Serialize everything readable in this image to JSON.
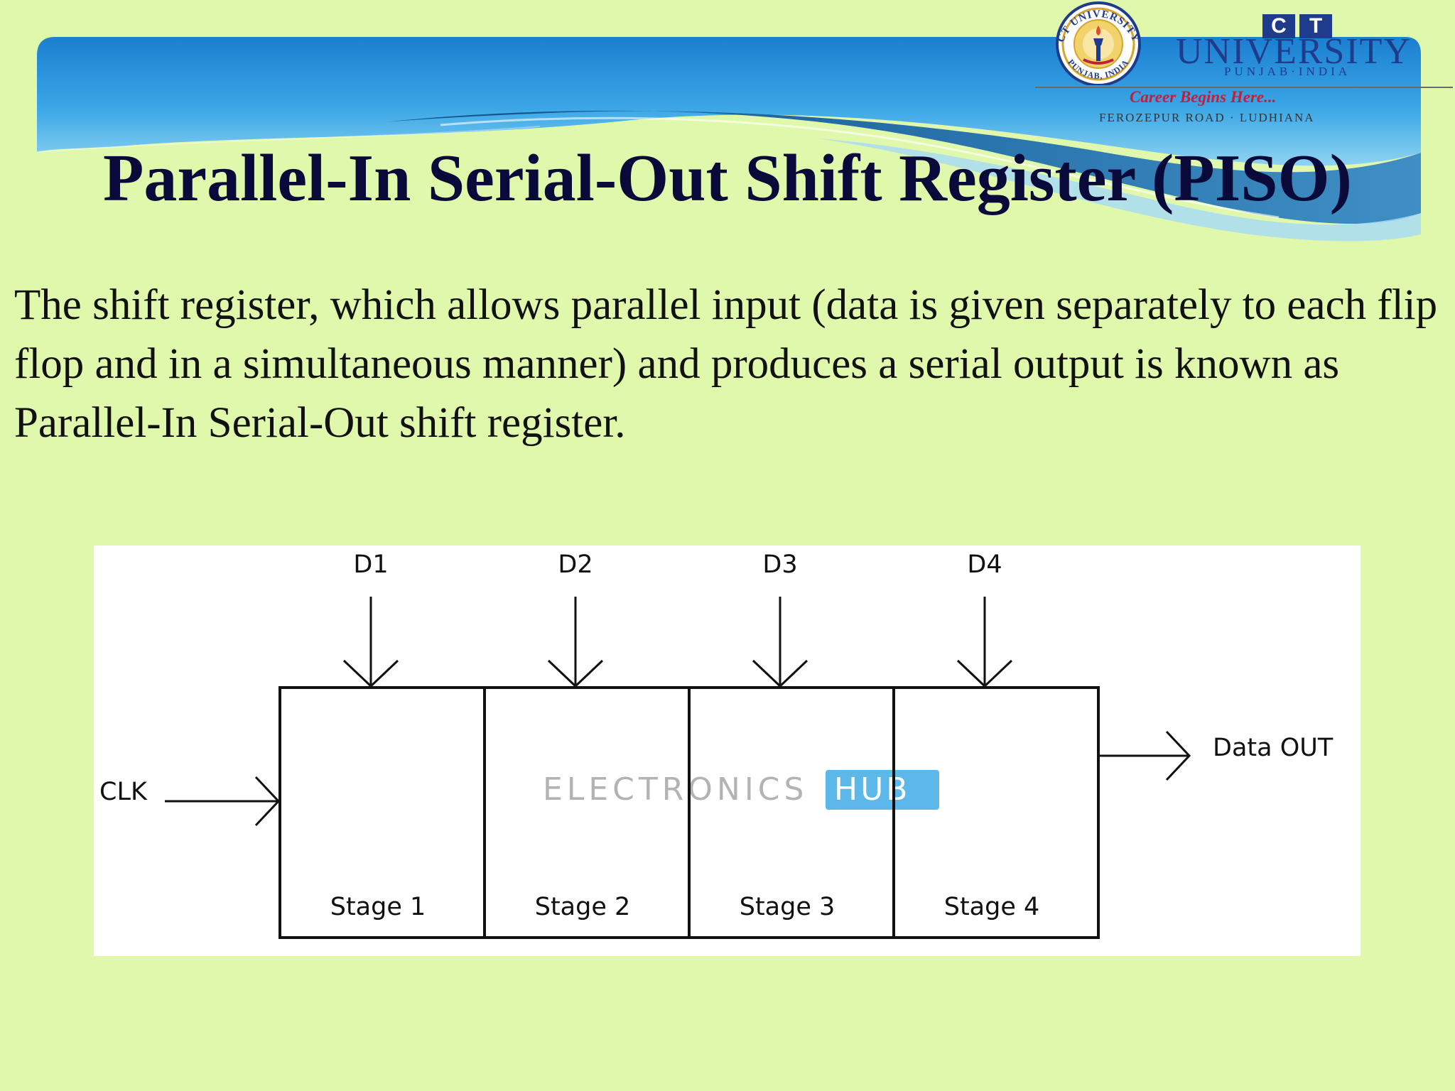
{
  "logo": {
    "seal_top_text": "CT UNIVERSITY",
    "seal_bottom_text": "PUNJAB, INDIA",
    "ct_letters": [
      "C",
      "T"
    ],
    "university": "UNIVERSITY",
    "location": "PUNJAB·INDIA",
    "tagline": "Career Begins Here...",
    "address": "FEROZEPUR ROAD · LUDHIANA"
  },
  "slide": {
    "title": "Parallel-In Serial-Out Shift Register (PISO)",
    "body": "The shift register, which allows parallel input (data is given separately to each flip flop and in a simultaneous manner) and produces a serial output is known as Parallel-In Serial-Out shift register."
  },
  "diagram": {
    "inputs": [
      "D1",
      "D2",
      "D3",
      "D4"
    ],
    "stages": [
      "Stage 1",
      "Stage 2",
      "Stage 3",
      "Stage 4"
    ],
    "clock_label": "CLK",
    "output_label": "Data OUT",
    "watermark": {
      "text": "ELECTRONICS",
      "badge": "HUB",
      "badge_color": "#5bb8e8"
    }
  },
  "colors": {
    "background": "#e0f8ab",
    "wave_blue": "#1f78c8",
    "title": "#0a0a3a",
    "logo_blue": "#1f3b8c",
    "tagline_red": "#c0203a"
  }
}
